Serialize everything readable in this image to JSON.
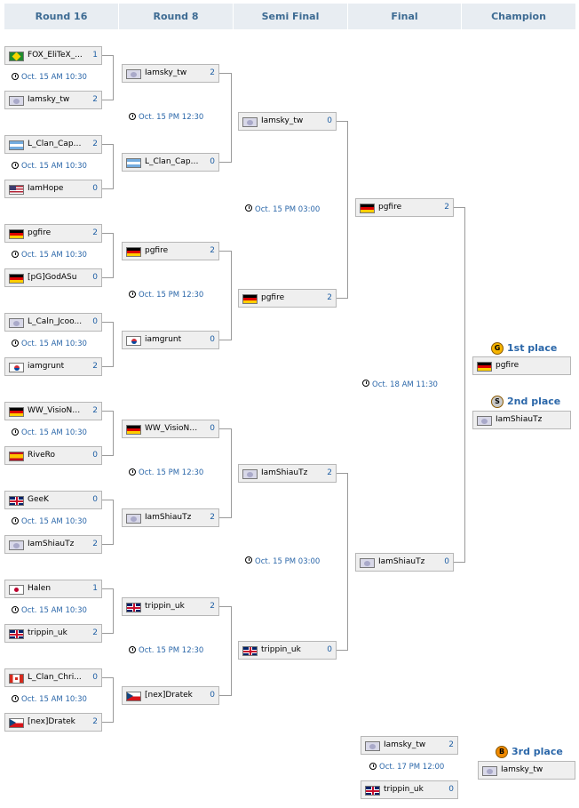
{
  "headers": [
    "Round 16",
    "Round 8",
    "Semi Final",
    "Final",
    "Champion"
  ],
  "round16": [
    {
      "top": {
        "flag": "br",
        "name": "FOX_EliTeX_...",
        "score": "1"
      },
      "time": "Oct. 15  AM 10:30",
      "bottom": {
        "flag": "tw",
        "name": "Iamsky_tw",
        "score": "2"
      }
    },
    {
      "top": {
        "flag": "ar",
        "name": "L_Clan_Capo...",
        "score": "2"
      },
      "time": "Oct. 15  AM 10:30",
      "bottom": {
        "flag": "us",
        "name": "IamHope",
        "score": "0"
      }
    },
    {
      "top": {
        "flag": "de",
        "name": "pgfire",
        "score": "2"
      },
      "time": "Oct. 15  AM 10:30",
      "bottom": {
        "flag": "de",
        "name": "[pG]GodASu",
        "score": "0"
      }
    },
    {
      "top": {
        "flag": "tw",
        "name": "L_Caln_Jcoo...",
        "score": "0"
      },
      "time": "Oct. 15  AM 10:30",
      "bottom": {
        "flag": "kr",
        "name": "iamgrunt",
        "score": "2"
      }
    },
    {
      "top": {
        "flag": "de",
        "name": "WW_VisioN_d...",
        "score": "2"
      },
      "time": "Oct. 15  AM 10:30",
      "bottom": {
        "flag": "es",
        "name": "RiveRo",
        "score": "0"
      }
    },
    {
      "top": {
        "flag": "gb",
        "name": "GeeK",
        "score": "0"
      },
      "time": "Oct. 15  AM 10:30",
      "bottom": {
        "flag": "tw",
        "name": "IamShiauTz",
        "score": "2"
      }
    },
    {
      "top": {
        "flag": "jp",
        "name": "Halen",
        "score": "1"
      },
      "time": "Oct. 15  AM 10:30",
      "bottom": {
        "flag": "gb",
        "name": "trippin_uk",
        "score": "2"
      }
    },
    {
      "top": {
        "flag": "ca",
        "name": "L_Clan_Chri...",
        "score": "0"
      },
      "time": "Oct. 15  AM 10:30",
      "bottom": {
        "flag": "cz",
        "name": "[nex]Dratek",
        "score": "2"
      }
    }
  ],
  "round8": [
    {
      "top": {
        "flag": "tw",
        "name": "Iamsky_tw",
        "score": "2"
      },
      "time": "Oct. 15  PM 12:30",
      "bottom": {
        "flag": "ar",
        "name": "L_Clan_Capo...",
        "score": "0"
      }
    },
    {
      "top": {
        "flag": "de",
        "name": "pgfire",
        "score": "2"
      },
      "time": "Oct. 15  PM 12:30",
      "bottom": {
        "flag": "kr",
        "name": "iamgrunt",
        "score": "0"
      }
    },
    {
      "top": {
        "flag": "de",
        "name": "WW_VisioN_d...",
        "score": "0"
      },
      "time": "Oct. 15  PM 12:30",
      "bottom": {
        "flag": "tw",
        "name": "IamShiauTz",
        "score": "2"
      }
    },
    {
      "top": {
        "flag": "gb",
        "name": "trippin_uk",
        "score": "2"
      },
      "time": "Oct. 15  PM 12:30",
      "bottom": {
        "flag": "cz",
        "name": "[nex]Dratek",
        "score": "0"
      }
    }
  ],
  "semi": [
    {
      "top": {
        "flag": "tw",
        "name": "Iamsky_tw",
        "score": "0"
      },
      "time": "Oct. 15  PM 03:00",
      "bottom": {
        "flag": "de",
        "name": "pgfire",
        "score": "2"
      }
    },
    {
      "top": {
        "flag": "tw",
        "name": "IamShiauTz",
        "score": "2"
      },
      "time": "Oct. 15  PM 03:00",
      "bottom": {
        "flag": "gb",
        "name": "trippin_uk",
        "score": "0"
      }
    }
  ],
  "final": {
    "top": {
      "flag": "de",
      "name": "pgfire",
      "score": "2"
    },
    "time": "Oct. 18  AM 11:30",
    "bottom": {
      "flag": "tw",
      "name": "IamShiauTz",
      "score": "0"
    }
  },
  "champion": {
    "first": {
      "medal": "G",
      "label": "1st place",
      "medal_color": "#f6b400",
      "flag": "de",
      "name": "pgfire"
    },
    "second": {
      "medal": "S",
      "label": "2nd place",
      "medal_color": "#c9c9c9",
      "flag": "tw",
      "name": "IamShiauTz"
    },
    "third": {
      "medal": "B",
      "label": "3rd place",
      "medal_color": "#f18a00",
      "flag": "tw",
      "name": "Iamsky_tw"
    }
  },
  "third_place_match": {
    "top": {
      "flag": "tw",
      "name": "Iamsky_tw",
      "score": "2"
    },
    "time": "Oct. 17  PM 12:00",
    "bottom": {
      "flag": "gb",
      "name": "trippin_uk",
      "score": "0"
    }
  },
  "colors": {
    "header_bg": "#e8edf2",
    "header_text": "#3d6b93",
    "box_bg": "#efefef",
    "box_border": "#b7b7b7",
    "score_text": "#1f5fa4",
    "time_text": "#2b67a9",
    "connector": "#9a9a9a"
  }
}
